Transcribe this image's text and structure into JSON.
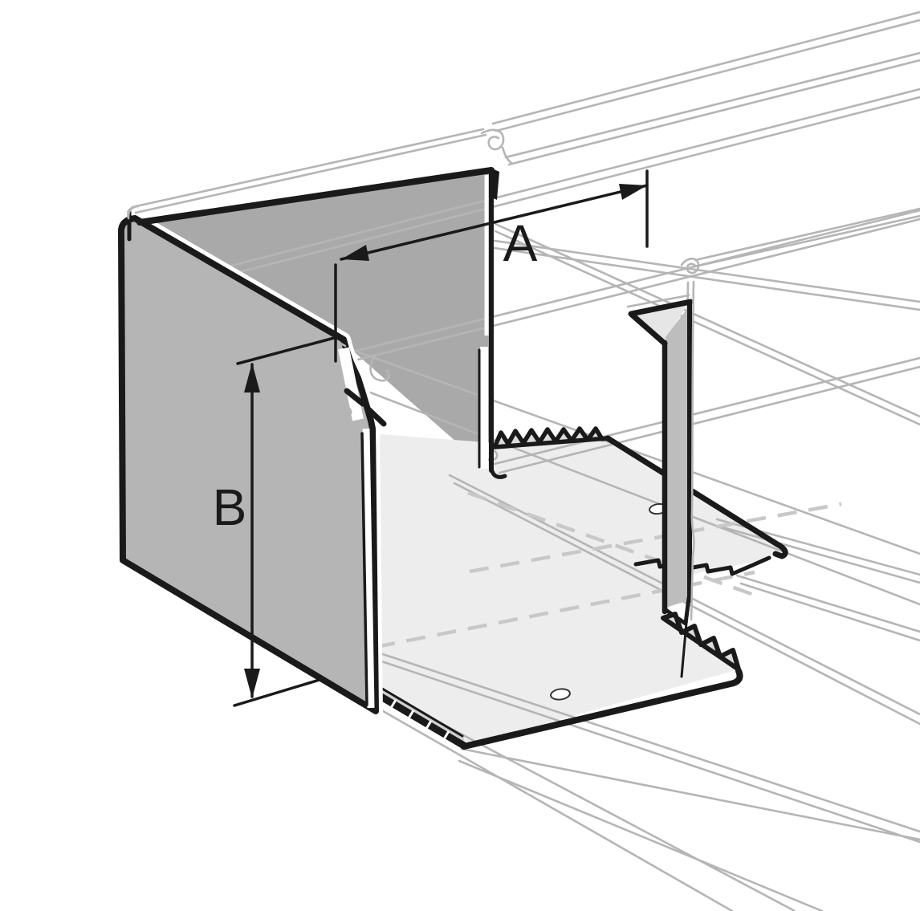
{
  "figure": {
    "type": "technical-illustration",
    "subject": "Sheet-metal end piece / partition mounted in a cable trunking, isometric line drawing",
    "background": "#ffffff"
  },
  "dimensions": {
    "a_label": "A",
    "b_label": "B"
  },
  "colors": {
    "outline_black": "#1a1a1a",
    "wall_gray": "#b5b5b5",
    "back_panel_gray": "#a9a9a9",
    "plate_light_gray": "#ededed",
    "partition_edge_gray": "#bdbdbd",
    "partition_top_light": "#e6e6e6",
    "serration_shade": "#dcdcdc",
    "flange_band_gray": "#cfcfcf",
    "profile_line_gray": "#b5b5b5",
    "dashed_line_gray": "#c8c8c8"
  },
  "parts": [
    "trunking-profile-outline",
    "lid-strip",
    "left-outer-wall",
    "back-panel",
    "shelf-with-serrated-flange",
    "base-plate",
    "partition-wall",
    "serrated-flange-left",
    "serrated-flange-right",
    "screw-holes",
    "dimension-arrow-a",
    "dimension-arrow-b"
  ]
}
